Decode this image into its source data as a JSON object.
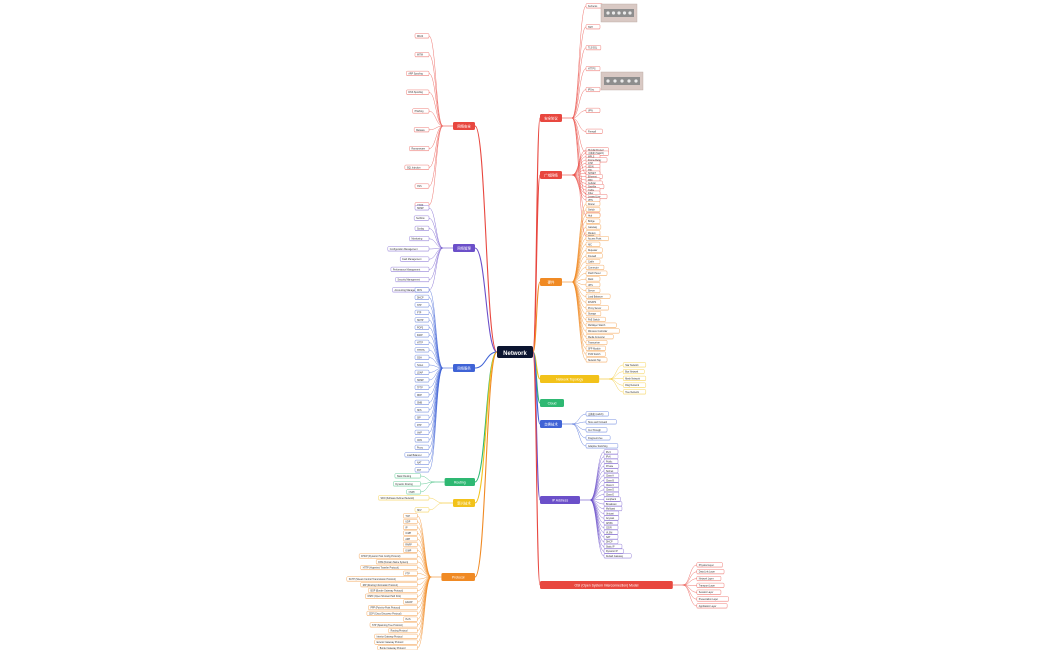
{
  "center": "Network",
  "colors": {
    "red": "#e8473f",
    "orange": "#f08a24",
    "yellow": "#f2c21a",
    "green": "#2eb872",
    "blue": "#3f63d6",
    "purple": "#6b4fc9",
    "navy": "#0b1530"
  },
  "branches": [
    {
      "id": "sec",
      "label": "安全协议",
      "color": "red",
      "leaves": [
        "Kerberos",
        "SSH",
        "TLS/SSL",
        "HTTPS",
        "IPSec",
        "VPN",
        "Firewall",
        "IDS/IPS",
        "RADIUS",
        "802.1X",
        "WPA2",
        "WPA3"
      ]
    },
    {
      "id": "net1",
      "label": "网络安全",
      "color": "red",
      "leaves": [
        "DDoS",
        "MITM",
        "ARP Spoofing",
        "DNS Spoofing",
        "Phishing",
        "Malware",
        "Ransomware",
        "SQL Injection",
        "XSS",
        "CSRF"
      ]
    },
    {
      "id": "net2",
      "label": "网络管理",
      "color": "purple",
      "leaves": [
        "SNMP",
        "NetFlow",
        "Syslog",
        "Monitoring",
        "Configuration Management",
        "Fault Management",
        "Performance Management",
        "Security Management",
        "Accounting Management"
      ]
    },
    {
      "id": "dns",
      "label": "网络服务",
      "color": "blue",
      "leaves": [
        "DNS",
        "DHCP",
        "NTP",
        "FTP",
        "SMTP",
        "POP3",
        "IMAP",
        "HTTP",
        "HTTPS",
        "SSH",
        "Telnet",
        "LDAP",
        "SNMP",
        "TFTP",
        "RDP",
        "SMB",
        "NFS",
        "SIP",
        "RTP",
        "VoIP",
        "CDN",
        "Proxy",
        "Load Balancer",
        "NAT",
        "PAT"
      ]
    },
    {
      "id": "rout",
      "label": "Routing",
      "color": "green",
      "leaves": [
        "Static Routing",
        "Dynamic Routing",
        "OSPF"
      ]
    },
    {
      "id": "sdn",
      "label": "新兴技术",
      "color": "yellow",
      "leaves": [
        "SDN (Software Defined Network)",
        "NFV"
      ]
    },
    {
      "id": "proto",
      "label": "Protocol",
      "color": "orange",
      "leaves": [
        "TCP",
        "UDP",
        "IP",
        "ICMP",
        "ARP",
        "RARP",
        "IGMP",
        "DHCP (Dynamic Host Config Protocol)",
        "DNS (Domain Name System)",
        "HTTP (Hypertext Transfer Protocol)",
        "FTP",
        "SCTP (Stream Control Transmission Protocol)",
        "RIP (Routing Information Protocol)",
        "BGP (Border Gateway Protocol)",
        "OSPF (Open Shortest Path First)",
        "EIGRP",
        "PPP (Point-to-Point Protocol)",
        "CDP (Cisco Discovery Protocol)",
        "IS-IS",
        "STP (Spanning Tree Protocol)",
        "Routing Protocol",
        "Interior Gateway Protocol",
        "Exterior Gateway Protocol",
        "Border Gateway Protocol"
      ]
    },
    {
      "id": "wan",
      "label": "广域网络",
      "color": "red",
      "leaves": [
        "路由器 (Router)",
        "交换机 (Switch)",
        "MPLS",
        "Frame Relay",
        "ATM",
        "ISDN",
        "DSL",
        "SONET",
        "Ethernet",
        "WiFi",
        "Cellular",
        "Satellite",
        "Cable",
        "Fiber",
        "Leased Line",
        "VPN"
      ]
    },
    {
      "id": "hw",
      "label": "硬件",
      "color": "orange",
      "leaves": [
        "Router",
        "Switch",
        "Hub",
        "Bridge",
        "Gateway",
        "Modem",
        "Access Point",
        "NIC",
        "Repeater",
        "Firewall",
        "Cable",
        "Connector",
        "Patch Panel",
        "Rack",
        "UPS",
        "Server",
        "Load Balancer",
        "IDS/IPS",
        "Proxy Server",
        "Storage",
        "PoE Switch",
        "Multilayer Switch",
        "Wireless Controller",
        "Media Converter",
        "Transceiver",
        "SFP Module",
        "KVM Switch",
        "Network Tap"
      ]
    },
    {
      "id": "topo",
      "label": "Network Topology",
      "color": "yellow",
      "leaves": [
        "Star Network",
        "Bus Network",
        "Mesh Network",
        "Ring Network",
        "Tree Network"
      ]
    },
    {
      "id": "cloud",
      "label": "Cloud",
      "color": "green",
      "leaves": []
    },
    {
      "id": "switch",
      "label": "交换技术",
      "color": "blue",
      "leaves": [
        "交换机 (switch)",
        "Store and Forward",
        "Cut-Through",
        "Fragment-free",
        "Adaptive Switching"
      ]
    },
    {
      "id": "ip",
      "label": "IP Address",
      "color": "purple",
      "leaves": [
        "IPv4",
        "IPv6",
        "Public",
        "Private",
        "Subnet",
        "Class A",
        "Class B",
        "Class C",
        "Class D",
        "Class E",
        "Loopback",
        "Broadcast",
        "Multicast",
        "Unicast",
        "Anycast",
        "APIPA",
        "CIDR",
        "VLSM",
        "NAT",
        "DHCP",
        "Static IP",
        "Dynamic IP",
        "Default Gateway"
      ]
    },
    {
      "id": "osi",
      "label": "OSI (Open System Interconnection) Model",
      "color": "red",
      "leaves": [
        "Physical Layer",
        "Data Link Layer",
        "Network Layer",
        "Transport Layer",
        "Session Layer",
        "Presentation Layer",
        "Application Layer"
      ]
    }
  ]
}
